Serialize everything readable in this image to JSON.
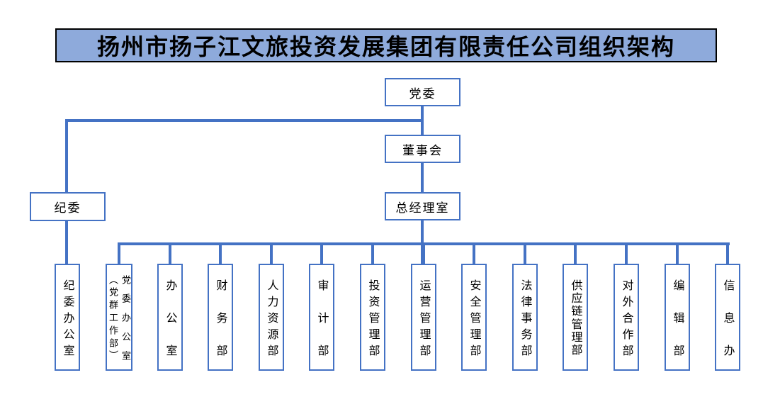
{
  "title": "扬州市扬子江文旅投资发展集团有限责任公司组织架构",
  "org": {
    "party_committee": "党委",
    "board": "董事会",
    "gm_office": "总经理室",
    "discipline_committee": "纪委",
    "discipline_office": "纪委办公室",
    "departments": [
      {
        "label": "党委办公室\n（党群工作部）"
      },
      {
        "label": "办公室"
      },
      {
        "label": "财务部"
      },
      {
        "label": "人力资源部"
      },
      {
        "label": "审计部"
      },
      {
        "label": "投资管理部"
      },
      {
        "label": "运营管理部"
      },
      {
        "label": "安全管理部"
      },
      {
        "label": "法律事务部"
      },
      {
        "label": "供应链管理部"
      },
      {
        "label": "对外合作部"
      },
      {
        "label": "编辑部"
      },
      {
        "label": "信息办"
      }
    ]
  },
  "colors": {
    "accent": "#4472C4",
    "title_bg": "#8EAADB",
    "title_border": "#000000",
    "text": "#000000",
    "background": "#FFFFFF"
  }
}
